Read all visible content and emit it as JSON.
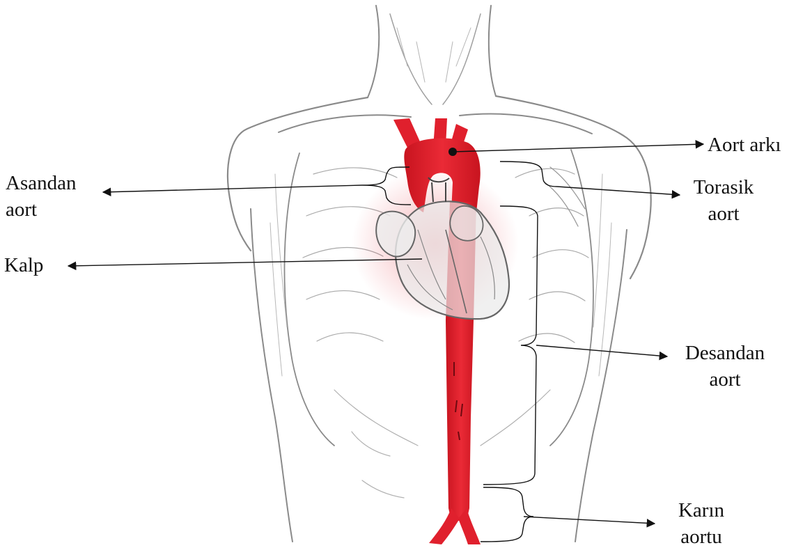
{
  "labels": {
    "aort_arki": "Aort arkı",
    "asandan_line1": "Asandan",
    "asandan_line2": "aort",
    "torasik_line1": "Torasik",
    "torasik_line2": "aort",
    "kalp": "Kalp",
    "desandan_line1": "Desandan",
    "desandan_line2": "aort",
    "karin_line1": "Karın",
    "karin_line2": "aortu"
  },
  "colors": {
    "aorta": "#e0202d",
    "aorta_dark": "#a8121c",
    "sketch": "#8a8a8a",
    "arrow": "#111111"
  },
  "icons": {
    "figure": "human-torso-anatomical-sketch",
    "aorta": "aorta-vessel",
    "heart": "heart-sketch"
  }
}
